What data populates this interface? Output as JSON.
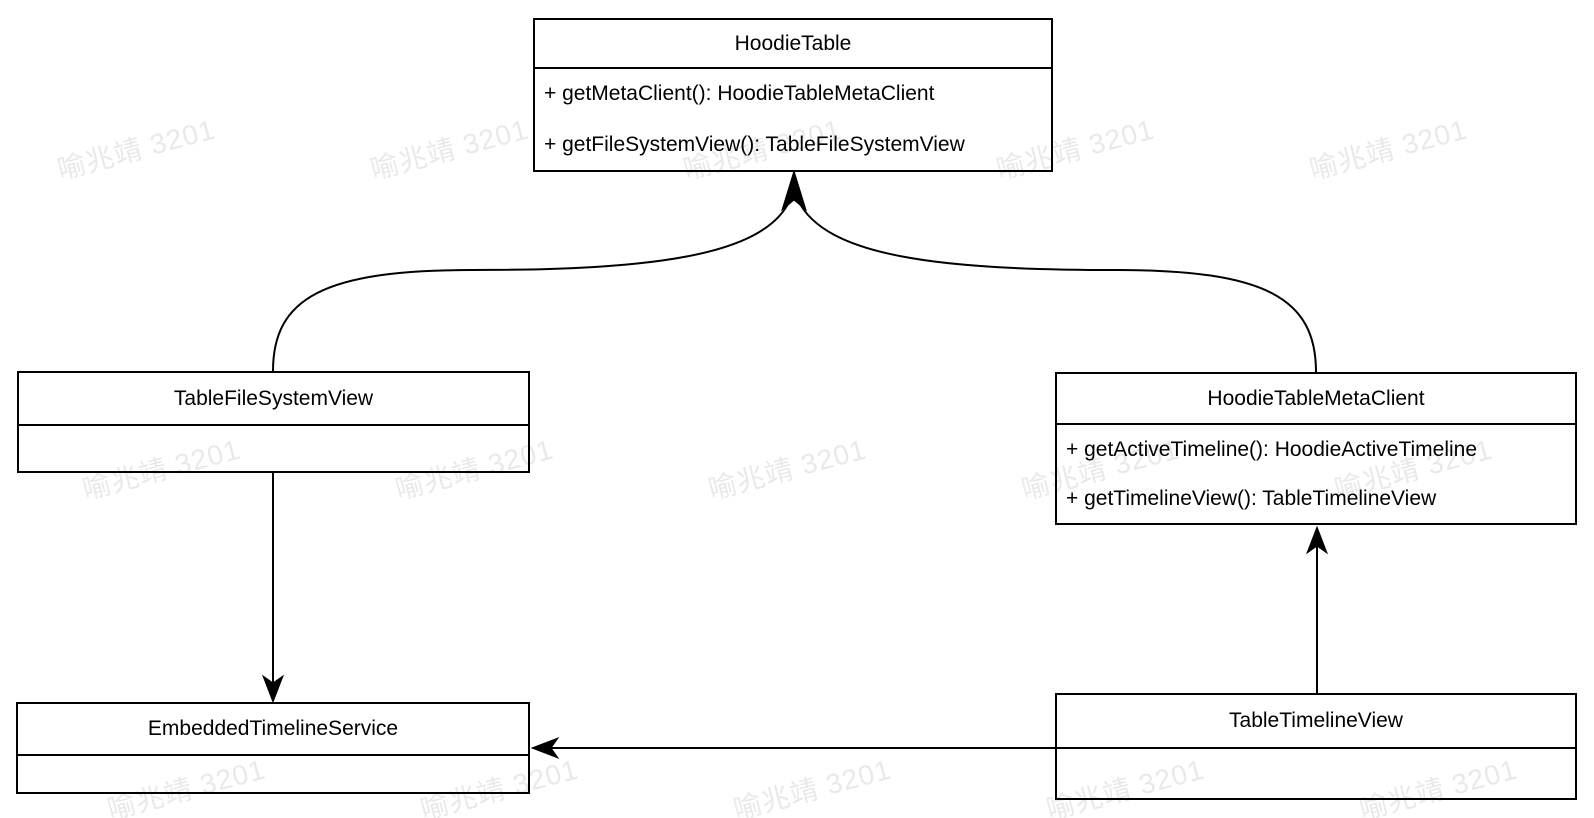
{
  "page": {
    "background": "#ffffff",
    "stroke_color": "#000000"
  },
  "watermark": {
    "text": "喻兆靖 3201",
    "color": "#e9e9e9"
  },
  "diagram": {
    "type": "uml-class-diagram",
    "classes": [
      {
        "name": "HoodieTable",
        "methods": [
          "+ getMetaClient(): HoodieTableMetaClient",
          "+ getFileSystemView(): TableFileSystemView"
        ]
      },
      {
        "name": "TableFileSystemView",
        "methods": []
      },
      {
        "name": "HoodieTableMetaClient",
        "methods": [
          "+ getActiveTimeline(): HoodieActiveTimeline",
          "+ getTimelineView(): TableTimelineView"
        ]
      },
      {
        "name": "EmbeddedTimelineService",
        "methods": []
      },
      {
        "name": "TableTimelineView",
        "methods": []
      }
    ],
    "relations": [
      {
        "from": "TableFileSystemView",
        "to": "HoodieTable",
        "arrow": "curved"
      },
      {
        "from": "HoodieTableMetaClient",
        "to": "HoodieTable",
        "arrow": "curved"
      },
      {
        "from": "TableFileSystemView",
        "to": "EmbeddedTimelineService",
        "arrow": "straight"
      },
      {
        "from": "TableTimelineView",
        "to": "HoodieTableMetaClient",
        "arrow": "straight"
      },
      {
        "from": "TableTimelineView",
        "to": "EmbeddedTimelineService",
        "arrow": "straight"
      }
    ]
  }
}
